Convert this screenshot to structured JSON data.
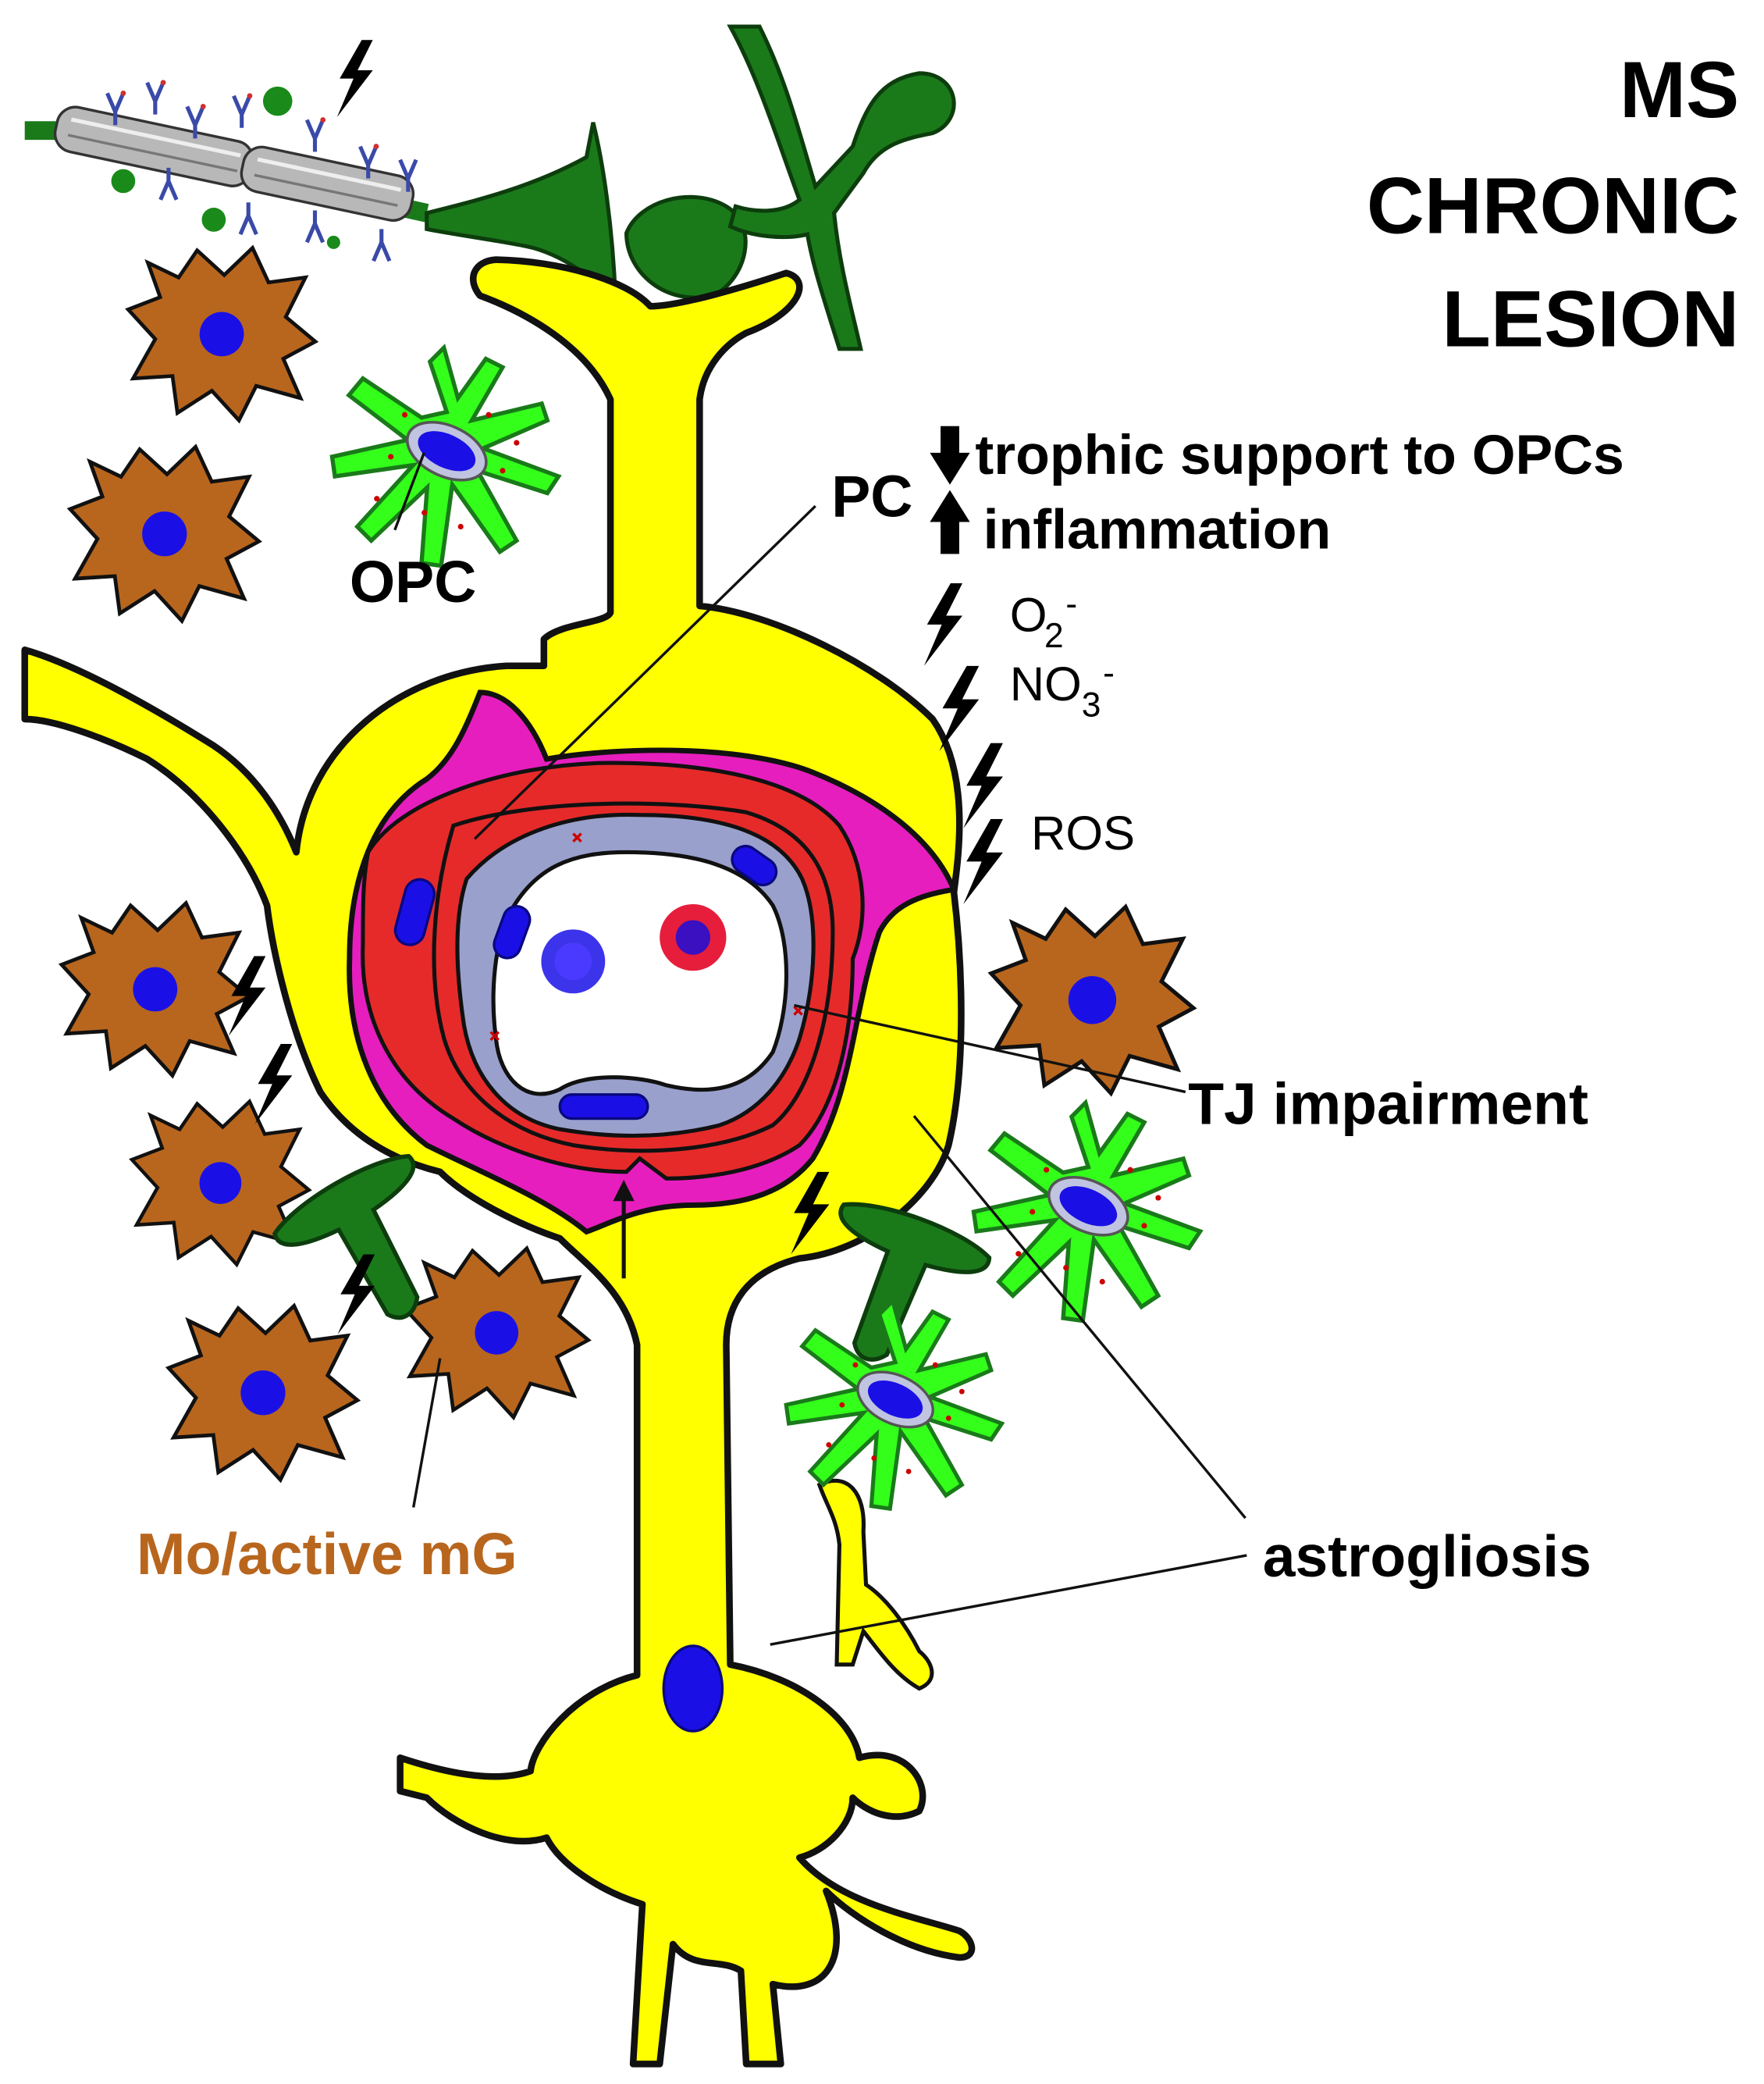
{
  "title": {
    "line1": "MS",
    "line2": "CHRONIC",
    "line3": "LESION"
  },
  "labels": {
    "pc": "PC",
    "pc_effect_down": "trophic support to OPCs",
    "pc_effect_up": "inflammation",
    "opc": "OPC",
    "o2": "O",
    "o2_sub": "2",
    "o2_sup": "-",
    "no3": "NO",
    "no3_sub": "3",
    "no3_sup": "-",
    "ros": "ROS",
    "tj": "TJ impairment",
    "astro": "astrogliosis",
    "macro": "Mo/active mG"
  },
  "colors": {
    "astrocyte": "#ffff00",
    "pericyte": "#e61ebe",
    "smooth_muscle": "#e62a2a",
    "endothelium": "#9aa0cc",
    "nucleus": "#1a10e6",
    "macrophage": "#b8661e",
    "opc": "#33ff1a",
    "neuron": "#1a7a1a",
    "macro_label": "#b8661e"
  }
}
